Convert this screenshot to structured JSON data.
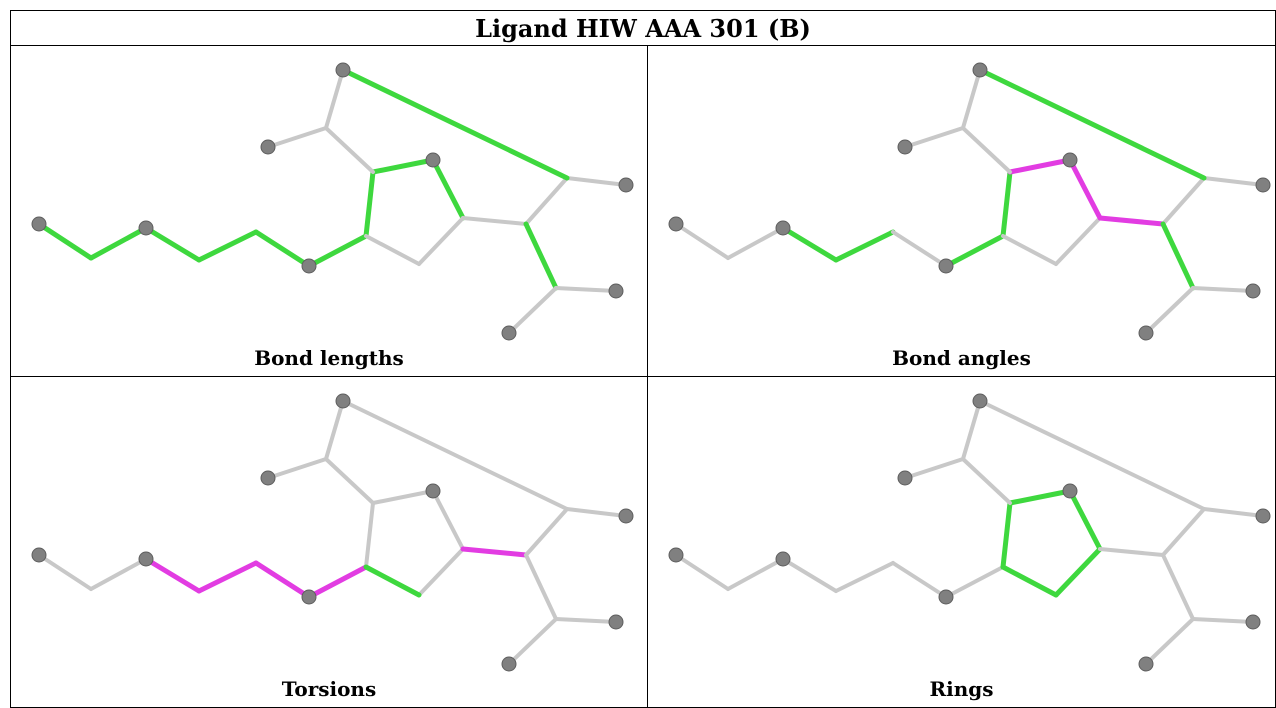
{
  "title": "Ligand HIW AAA 301 (B)",
  "panels": [
    {
      "id": "bond-lengths",
      "caption": "Bond lengths",
      "highlight": {
        "green": [
          [
            0,
            1
          ],
          [
            1,
            2
          ],
          [
            2,
            3
          ],
          [
            3,
            4
          ],
          [
            4,
            5
          ],
          [
            5,
            6
          ],
          [
            6,
            7
          ],
          [
            7,
            8
          ],
          [
            8,
            9
          ],
          [
            8,
            13
          ],
          [
            13,
            14
          ],
          [
            13,
            15
          ],
          [
            8,
            16
          ],
          [
            16,
            17
          ],
          [
            16,
            18
          ],
          [
            16,
            19
          ]
        ],
        "magenta": [
          [
            10,
            12
          ]
        ]
      }
    },
    {
      "id": "bond-angles",
      "caption": "Bond angles",
      "highlight": {
        "green": [
          [
            2,
            3
          ],
          [
            3,
            4
          ],
          [
            5,
            6
          ],
          [
            6,
            7
          ],
          [
            10,
            11
          ],
          [
            10,
            12
          ],
          [
            13,
            14
          ],
          [
            13,
            15
          ],
          [
            16,
            19
          ],
          [
            16,
            18
          ],
          [
            16,
            17
          ]
        ],
        "magenta": [
          [
            7,
            8
          ],
          [
            8,
            9
          ],
          [
            8,
            16
          ],
          [
            9,
            13
          ],
          [
            9,
            16
          ]
        ]
      }
    },
    {
      "id": "torsions",
      "caption": "Torsions",
      "highlight": {
        "green": [
          [
            6,
            10
          ]
        ],
        "magenta": [
          [
            2,
            3
          ],
          [
            3,
            4
          ],
          [
            4,
            5
          ],
          [
            5,
            6
          ],
          [
            8,
            16
          ],
          [
            9,
            13
          ],
          [
            9,
            16
          ],
          [
            13,
            15
          ]
        ]
      }
    },
    {
      "id": "rings",
      "caption": "Rings",
      "highlight": {
        "green": [
          [
            6,
            7
          ],
          [
            7,
            8
          ],
          [
            8,
            9
          ],
          [
            9,
            10
          ],
          [
            10,
            6
          ]
        ],
        "magenta": []
      }
    }
  ],
  "colors": {
    "bond": "#c8c8c8",
    "green": "#3ed83e",
    "magenta": "#e23ce2",
    "atom": "#808080",
    "border": "#000000"
  }
}
